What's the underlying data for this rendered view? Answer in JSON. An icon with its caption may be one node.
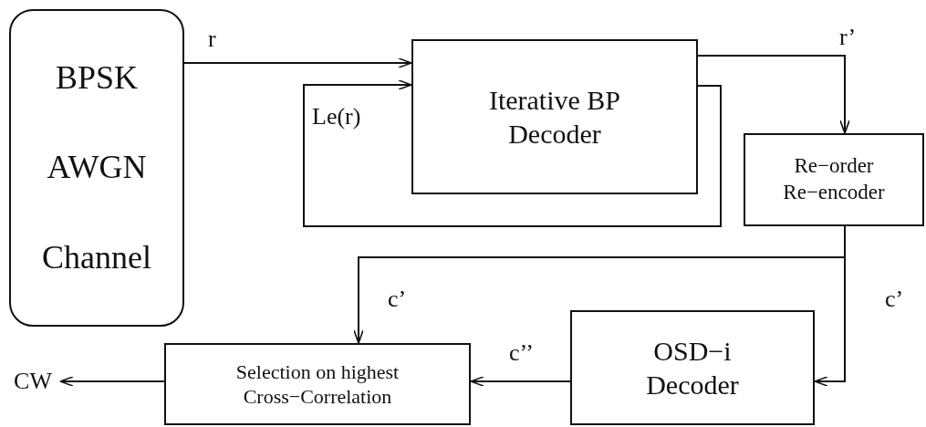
{
  "diagram": {
    "nodes": [
      {
        "text": [
          "BPSK",
          "AWGN",
          "Channel"
        ]
      },
      {
        "text": [
          "Iterative BP Decoder"
        ]
      },
      {
        "text": [
          "Re−order Re−encoder"
        ]
      },
      {
        "text": [
          "OSD−i Decoder"
        ]
      },
      {
        "text": [
          "Selection on highest Cross−Correlation"
        ]
      },
      {
        "text": [
          "CW"
        ]
      }
    ],
    "edges": [
      {
        "from": 0,
        "to": 1,
        "arrow": "to",
        "label": "r"
      },
      {
        "from": 1,
        "to": 1,
        "arrow": "to",
        "label": "Le(r)"
      },
      {
        "from": 1,
        "to": 2,
        "arrow": "to",
        "label": "r’"
      },
      {
        "from": 2,
        "to": 4,
        "arrow": "to",
        "label": "c’"
      },
      {
        "from": 2,
        "to": 3,
        "arrow": "to",
        "label": "c’"
      },
      {
        "from": 3,
        "to": 4,
        "arrow": "to",
        "label": "c’’"
      },
      {
        "from": 4,
        "to": 5,
        "arrow": "to"
      }
    ]
  }
}
